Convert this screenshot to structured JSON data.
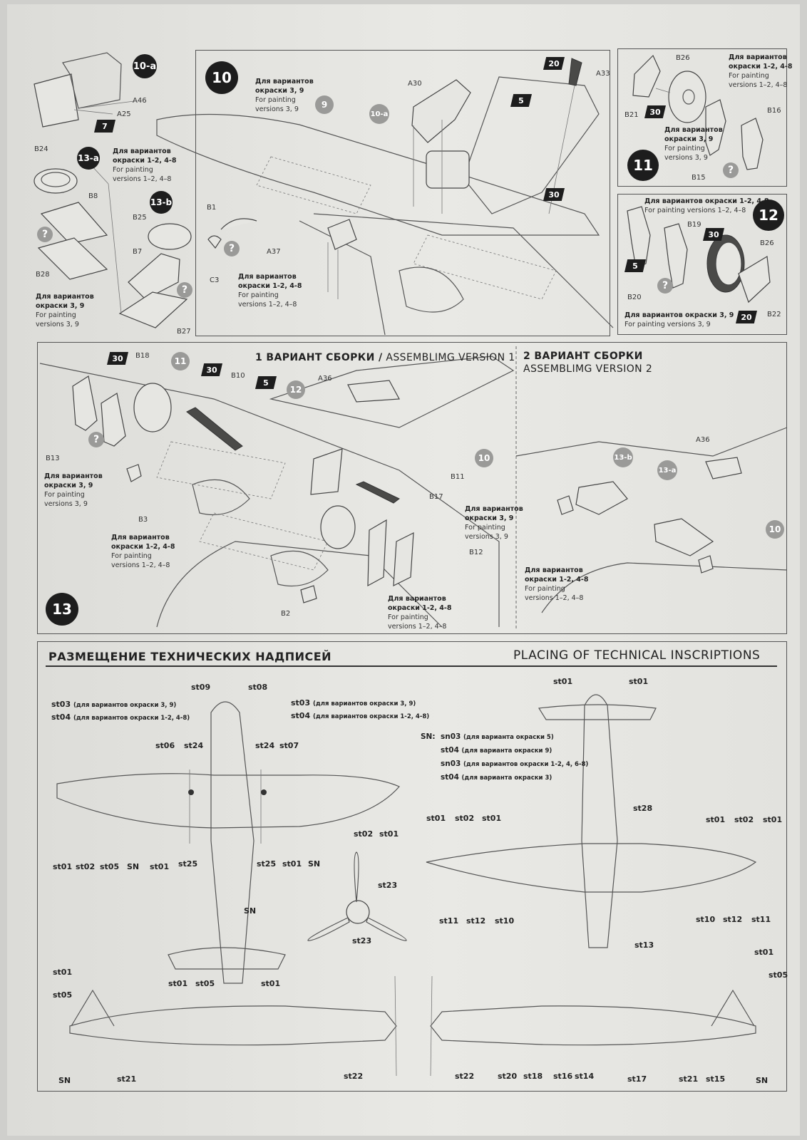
{
  "steps": {
    "s10a": "10-a",
    "s10": "10",
    "s11": "11",
    "s12": "12",
    "s13": "13",
    "s13a": "13-a",
    "s13b": "13-b",
    "ref9": "9",
    "ref10a": "10-a",
    "ref11": "11",
    "ref12": "12",
    "ref10": "10",
    "ref10b": "10",
    "ref13b": "13-b",
    "ref13a": "13-a"
  },
  "paints": {
    "p7": "7",
    "p20a": "20",
    "p5a": "5",
    "p30a": "30",
    "p30b": "30",
    "p30c": "30",
    "p5b": "5",
    "p20b": "20",
    "p30d": "30",
    "p30e": "30",
    "p5c": "5"
  },
  "question": "?",
  "parts": {
    "A46": "A46",
    "A25": "A25",
    "B24": "B24",
    "B8": "B8",
    "B28": "B28",
    "B25": "B25",
    "B7": "B7",
    "B27": "B27",
    "A30": "A30",
    "A33": "A33",
    "B1": "B1",
    "C3": "C3",
    "A37": "A37",
    "B26a": "B26",
    "B21": "B21",
    "B16": "B16",
    "B15": "B15",
    "B19": "B19",
    "B26b": "B26",
    "B20": "B20",
    "B22": "B22",
    "B18": "B18",
    "B10": "B10",
    "A36a": "A36",
    "B13": "B13",
    "B3": "B3",
    "B11": "B11",
    "B17": "B17",
    "B12": "B12",
    "B2": "B2",
    "A36b": "A36"
  },
  "notes": {
    "v39_ru_a": "Для вариантов",
    "v39_ru_b": "окраски 3, 9",
    "v39_en_a": "For painting",
    "v39_en_b": "versions 3, 9",
    "v128_ru_a": "Для вариантов",
    "v128_ru_b": "окраски 1-2, 4-8",
    "v128_en_a": "For painting",
    "v128_en_b": "versions 1–2, 4–8",
    "v128_ru_one": "Для вариантов окраски 1-2, 4-8",
    "v128_en_one": "For painting versions 1–2, 4–8",
    "v39_ru_one": "Для вариантов окраски 3, 9",
    "v39_en_one": "For painting versions 3, 9"
  },
  "assembly": {
    "v1_ru": "1 ВАРИАНТ СБОРКИ /",
    "v1_en": "ASSEMBLIMG VERSION 1",
    "v2_ru": "2 ВАРИАНТ СБОРКИ",
    "v2_en": "ASSEMBLIMG VERSION 2"
  },
  "inscriptions": {
    "title_ru": "РАЗМЕЩЕНИЕ ТЕХНИЧЕСКИХ НАДПИСЕЙ",
    "title_en": "PLACING OF TECHNICAL INSCRIPTIONS",
    "st03_39": "st03",
    "st03_39_note": "(для вариантов окраски 3, 9)",
    "st04_128": "st04",
    "st04_128_note": "(для вариантов окраски 1-2, 4-8)",
    "sn_label": "SN:",
    "sn1": "sn03",
    "sn1_note": "(для варианта окраски 5)",
    "sn2": "st04",
    "sn2_note": "(для варианта окраски 9)",
    "sn3": "sn03",
    "sn3_note": "(для вариантов окраски 1-2, 4, 6-8)",
    "sn4": "st04",
    "sn4_note": "(для варианта окраски 3)",
    "codes": {
      "st01": "st01",
      "st02": "st02",
      "st05": "st05",
      "SN": "SN",
      "st06": "st06",
      "st07": "st07",
      "st08": "st08",
      "st09": "st09",
      "st10": "st10",
      "st11": "st11",
      "st12": "st12",
      "st13": "st13",
      "st14": "st14",
      "st15": "st15",
      "st16": "st16",
      "st17": "st17",
      "st18": "st18",
      "st20": "st20",
      "st21": "st21",
      "st22": "st22",
      "st23": "st23",
      "st24": "st24",
      "st25": "st25",
      "st28": "st28"
    }
  }
}
